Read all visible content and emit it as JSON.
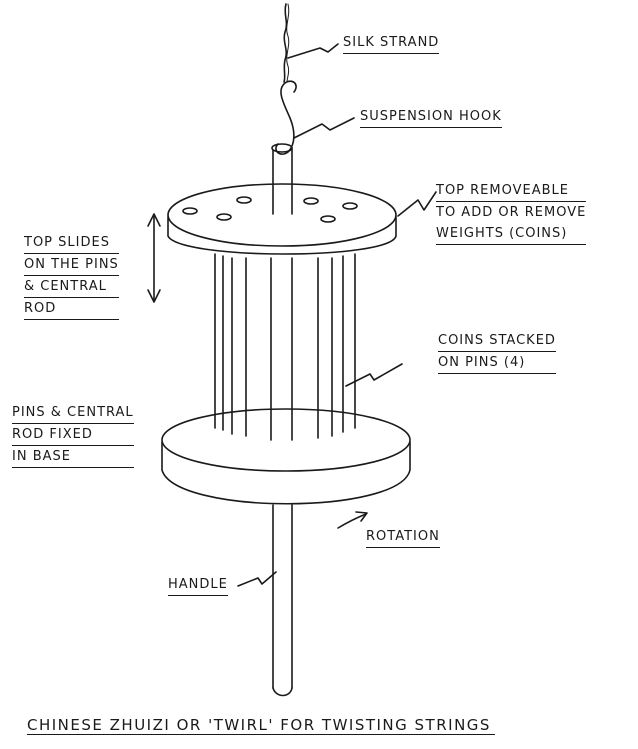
{
  "labels": {
    "silk_strand": "SILK STRAND",
    "suspension_hook": "SUSPENSION HOOK",
    "top_removeable": [
      "TOP REMOVEABLE",
      "TO ADD OR REMOVE",
      "WEIGHTS (COINS)"
    ],
    "top_slides": [
      "TOP SLIDES",
      "ON THE PINS",
      "& CENTRAL",
      "ROD"
    ],
    "coins_stacked": [
      "COINS STACKED",
      "ON PINS (4)"
    ],
    "pins_fixed": [
      "PINS & CENTRAL",
      "ROD FIXED",
      "IN BASE"
    ],
    "rotation": "ROTATION",
    "handle": "HANDLE"
  },
  "caption": "CHINESE ZHUIZI OR 'TWIRL' FOR TWISTING STRINGS",
  "colors": {
    "ink": "#1a1a1a",
    "paper": "#ffffff"
  }
}
